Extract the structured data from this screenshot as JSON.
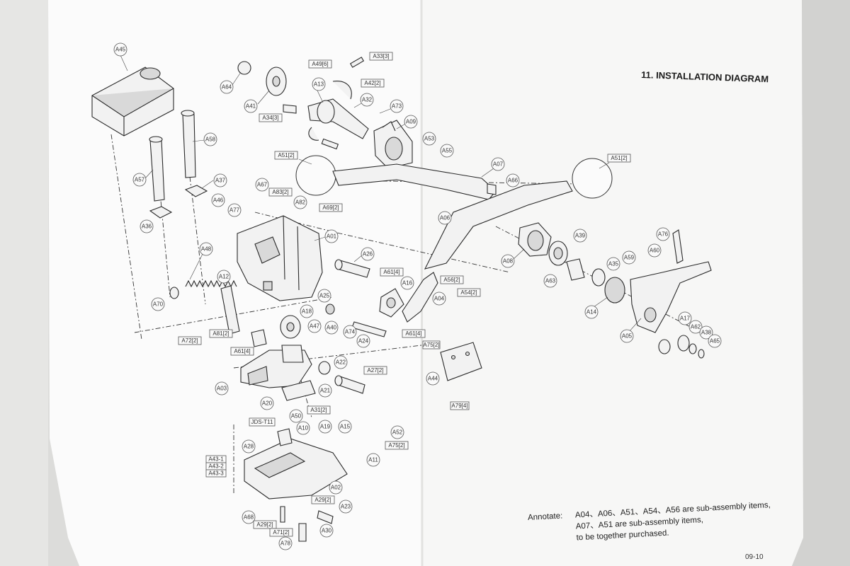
{
  "title": "11. INSTALLATION DIAGRAM",
  "annotation": {
    "label": "Annotate:",
    "line1": "A04、A06、A51、A54、A56 are sub-assembly items,",
    "line2": "A07、A51 are sub-assembly items,",
    "line3": "to be together purchased."
  },
  "page_number": "09-10",
  "labels": {
    "A45": "A45",
    "A64": "A64",
    "A41": "A41",
    "A34": "A34[3]",
    "A49": "A49[6]",
    "A13": "A13",
    "A33": "A33[3]",
    "A42": "A42[2]",
    "A32": "A32",
    "A73": "A73",
    "A09": "A09",
    "A53": "A53",
    "A55": "A55",
    "A58": "A58",
    "A57": "A57",
    "A37": "A37",
    "A36": "A36",
    "A51L": "A51[2]",
    "A07": "A07",
    "A66": "A66",
    "A51R": "A51[2]",
    "A67": "A67",
    "A83": "A83[2]",
    "A46": "A46",
    "A77": "A77",
    "A82": "A82",
    "A69": "A69[2]",
    "A01": "A01",
    "A48": "A48",
    "A12": "A12",
    "A26": "A26",
    "A61a": "A61[4]",
    "A70": "A70",
    "A25": "A25",
    "A16": "A16",
    "A56": "A56[2]",
    "A54": "A54[2]",
    "A04": "A04",
    "A06": "A06",
    "A08": "A08",
    "A39": "A39",
    "A63": "A63",
    "A35": "A35",
    "A59": "A59",
    "A60": "A60",
    "A76": "A76",
    "A14": "A14",
    "A05": "A05",
    "A17": "A17",
    "A62": "A62",
    "A38": "A38",
    "A65": "A65",
    "A18": "A18",
    "A47": "A47",
    "A40": "A40",
    "A74": "A74",
    "A24": "A24",
    "A72": "A72[2]",
    "A81": "A81[2]",
    "A61b": "A61[4]",
    "A61c": "A61[4]",
    "A75a": "A75[2]",
    "A22": "A22",
    "A27": "A27[2]",
    "A03": "A03",
    "A21": "A21",
    "A44": "A44",
    "A79": "A79[4]",
    "A20": "A20",
    "A31": "A31[2]",
    "A50": "A50",
    "JDST11": "JDS-T11",
    "A10": "A10",
    "A19": "A19",
    "A15": "A15",
    "A52": "A52",
    "A75b": "A75[2]",
    "A28": "A28",
    "A11": "A11",
    "A43a": "A43-1",
    "A43b": "A43-2",
    "A43c": "A43-3",
    "A02": "A02",
    "A29a": "A29[2]",
    "A23": "A23",
    "A68": "A68",
    "A29b": "A29[2]",
    "A30": "A30",
    "A71": "A71[2]",
    "A78": "A78"
  }
}
